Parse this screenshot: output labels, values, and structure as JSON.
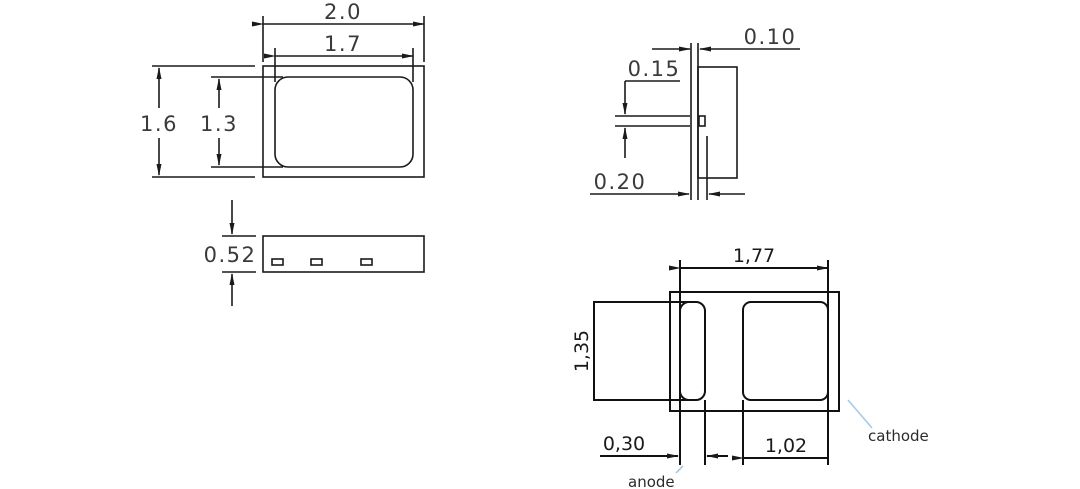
{
  "views": {
    "top_view": {
      "width_outer": "2.0",
      "width_inner": "1.7",
      "height_outer": "1.6",
      "height_inner": "1.3"
    },
    "side_view": {
      "thickness": "0.52"
    },
    "end_view": {
      "dim_top": "0.10",
      "dim_middle": "0.15",
      "dim_bottom": "0.20"
    },
    "footprint_view": {
      "pad_span": "1,77",
      "pad_height": "1,35",
      "anode_width": "0,30",
      "cathode_width": "1,02",
      "anode_label": "anode",
      "cathode_label": "cathode"
    }
  },
  "colors": {
    "line": "#1a1a1a",
    "text": "#3a3a3a",
    "leader": "#a9c9e4",
    "background": "#ffffff"
  }
}
